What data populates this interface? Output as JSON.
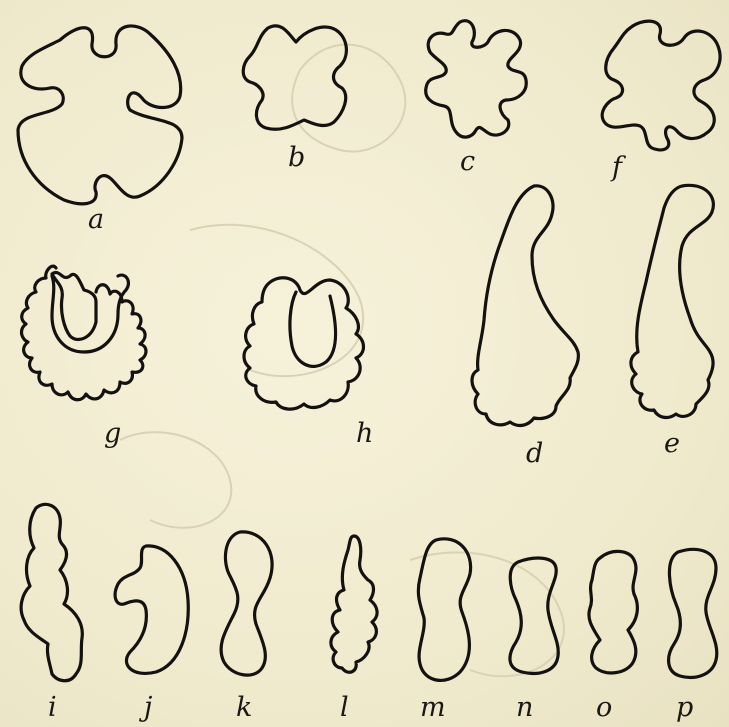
{
  "figure": {
    "labels": {
      "a": "a",
      "b": "b",
      "c": "c",
      "f": "f",
      "d": "d",
      "e": "e",
      "g": "g",
      "h": "h",
      "i": "i",
      "j": "j",
      "k": "k",
      "l": "l",
      "m": "m",
      "n": "n",
      "o": "o",
      "p": "p"
    },
    "colors": {
      "ink": "#141210",
      "paper": "#f3eed2",
      "bleed_through": "#d9d2b4"
    }
  }
}
